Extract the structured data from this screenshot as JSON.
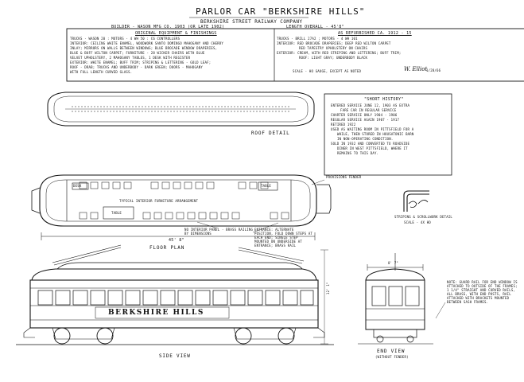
{
  "title": {
    "main": "PARLOR CAR \"BERKSHIRE HILLS\"",
    "company": "BERKSHIRE STREET RAILWAY COMPANY",
    "builder": "BUILDER - WASON MFG CO. 1903 (OR LATE 1902)",
    "length": "LENGTH OVERALL - 45'8\""
  },
  "original_equipment": {
    "heading": "ORIGINAL EQUIPMENT & FINISHINGS",
    "lines": [
      "TRUCKS - WASON 20 : MOTORS - 4 WH 50 : C6 CONTROLLERS",
      "INTERIOR: CEILING WHITE ENAMEL, WOODWORK SANTO DOMINGO MAHOGANY AND CHERRY",
      "INLAY; MIRRORS ON WALLS BETWEEN WINDOWS; BLUE BROCADE WINDOW DRAPERIES,",
      "BLUE & BUFF WILTON CARPET; FURNITURE - 28 WICKER CHAIRS WITH BLUE",
      "VELVET UPHOLSTERY, 2 MAHOGANY TABLES, 1 DESK WITH REGISTER",
      "EXTERIOR: WHITE ENAMEL; BUFF TRIM; STRIPING & LETTERING - GOLD LEAF;",
      "ROOF - DRAB; TRUCKS AND UNDERBODY - DARK GREEN; DOORS - MAHOGANY",
      "WITH FULL LENGTH CURVED GLASS."
    ]
  },
  "refurbished": {
    "heading": "AS REFURBISHED CA. 1912 - 15",
    "lines": [
      "TRUCKS - BRILL 27A2 ; MOTORS - 4 WH 101",
      "INTERIOR: RED BROCADE DRAPERIES; DEEP RED WILTON CARPET",
      "RED TAPESTRY UPHOLSTERY ON CHAIRS",
      "EXTERIOR: CREAM, WITH RED STRIPING AND LETTERING; BUFF TRIM;",
      "ROOF: LIGHT GRAY; UNDERBODY BLACK"
    ],
    "scale": "SCALE - HO GAUGE, EXCEPT AS NOTED",
    "signature": "W. Elliot",
    "date": "1/28/66"
  },
  "short_history": {
    "heading": "\"SHORT HISTORY\"",
    "lines": [
      "ENTERED SERVICE JUNE 12, 1903 AS EXTRA",
      "FARE CAR IN REGULAR SERVICE",
      "CHARTER SERVICE ONLY 1904 - 1906",
      "REGULAR SERVICE AGAIN 1907 - 1917",
      "RETIRED 1922",
      "USED AS WAITING ROOM IN PITTSFIELD FOR A",
      "WHILE, THEN STORED IN HOUSATONIC BARN",
      "IN NON-OPERATING CONDITION.",
      "SOLD IN 1932 AND CONVERTED TO ROADSIDE",
      "DINER IN WEST PITTSFIELD, WHERE IT",
      "REMAINS TO THIS DAY."
    ]
  },
  "labels": {
    "roof_detail": "ROOF DETAIL",
    "floor_plan": "FLOOR PLAN",
    "side_view": "SIDE VIEW",
    "end_view": "END VIEW",
    "end_view_note": "(WITHOUT FENDER)",
    "striping_detail": "STRIPING & SCROLLWORK DETAIL",
    "striping_scale": "SCALE - 4X HO",
    "provisions_fender": "PROVISIONS FENDER",
    "table": "TABLE",
    "table_2": "TABLE",
    "desk": "DESK",
    "typical_furniture": "TYPICAL INTERIOR FURNITURE ARRANGEMENT",
    "underbody_note": "NO INTERIOR PANEL - BRASS RAILING BY DIMENSIONS",
    "floor_dim": "45' 8\"",
    "end_width": "8' 7\"",
    "height_dim": "12' 1\"",
    "car_name": "BERKSHIRE HILLS",
    "entrance_note": "ENTRANCE: ALTERNATE POSITION, FOLD DOWN STEPS AT EACH END; SINGLE STEP MOUNTED ON UNDERSIDE AT ENTRANCE; BRASS RAIL",
    "end_note": "NOTE: GUARD RAIL FOR END WINDOW IS ATTACHED TO OUTSIDE OF THE FRAMES; 1 1/4\" STRAIGHT AND CURVED RAILS, ALL BRASS, WITH END POSTS, RAIL ATTACHED WITH BRACKETS MOUNTED BETWEEN SASH FRAMES."
  }
}
